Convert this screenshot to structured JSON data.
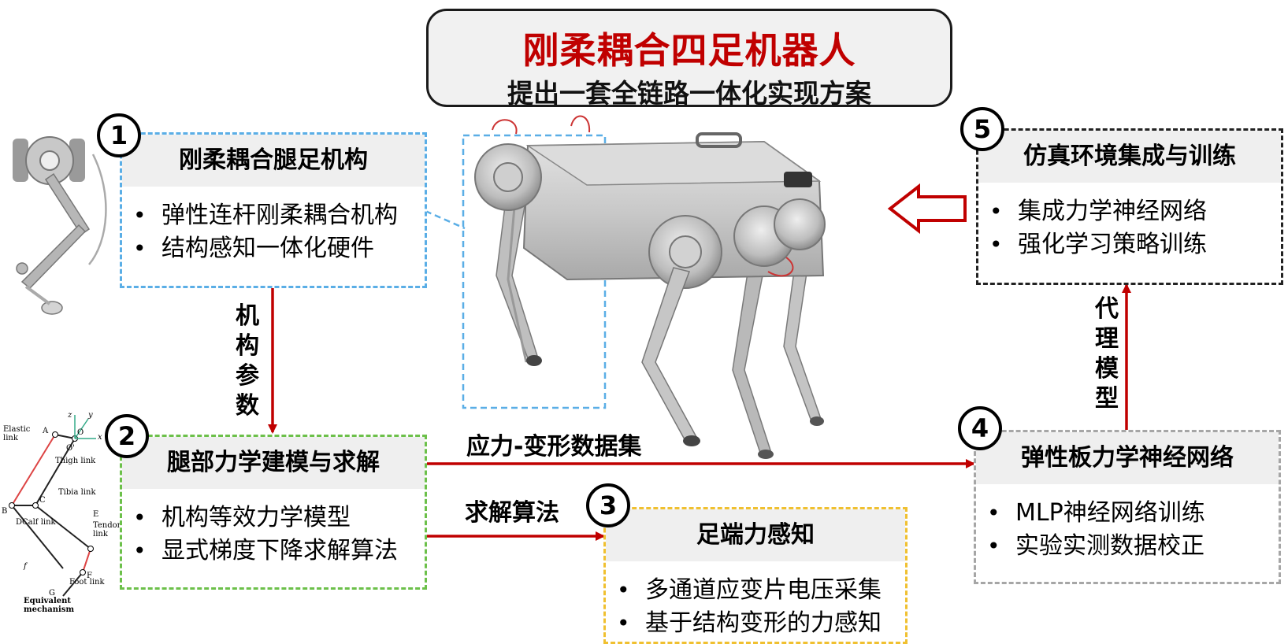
{
  "title": {
    "main": "刚柔耦合四足机器人",
    "sub": "提出一套全链路一体化实现方案"
  },
  "modules": [
    {
      "number": "1",
      "title": "刚柔耦合腿足机构",
      "bullets": [
        "弹性连杆刚柔耦合机构",
        "结构感知一体化硬件"
      ]
    },
    {
      "number": "2",
      "title": "腿部力学建模与求解",
      "bullets": [
        "机构等效力学模型",
        "显式梯度下降求解算法"
      ]
    },
    {
      "number": "3",
      "title": "足端力感知",
      "bullets": [
        "多通道应变片电压采集",
        "基于结构变形的力感知"
      ]
    },
    {
      "number": "4",
      "title": "弹性板力学神经网络",
      "bullets": [
        "MLP神经网络训练",
        "实验实测数据校正"
      ]
    },
    {
      "number": "5",
      "title": "仿真环境集成与训练",
      "bullets": [
        "集成力学神经网络",
        "强化学习策略训练"
      ]
    }
  ],
  "arrows": {
    "mech_params": [
      "机",
      "构",
      "参",
      "数"
    ],
    "dataset": "应力-变形数据集",
    "algorithm": "求解算法",
    "proxy_model": [
      "代",
      "理",
      "模",
      "型"
    ]
  },
  "mechanism_labels": {
    "elastic_link": "Elastic link",
    "thigh_link": "Thigh link",
    "tibia_link": "Tibia link",
    "calf_link": "Calf link",
    "tendon_link": "Tendon link",
    "foot_link": "Foot link",
    "f_contact": "f",
    "equivalent": "Equivalent mechanism",
    "points": [
      "A",
      "B",
      "C",
      "D",
      "E",
      "F",
      "G",
      "O",
      "O'"
    ],
    "axes": [
      "x",
      "y",
      "z"
    ]
  },
  "colors": {
    "accent_red": "#c00000",
    "box1_border": "#5aaee6",
    "box2_border": "#6cc04a",
    "box3_border": "#f0c030",
    "box4_border": "#a6a6a6",
    "box5_border": "#222222"
  }
}
